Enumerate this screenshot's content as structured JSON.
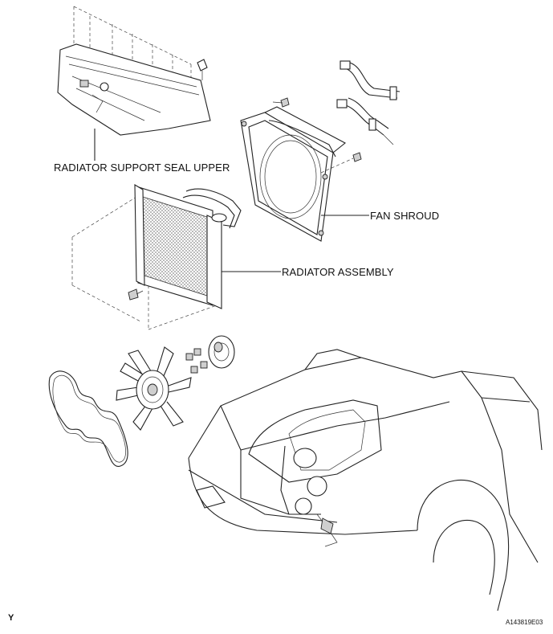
{
  "labels": {
    "radiator_support_seal_upper": "RADIATOR SUPPORT SEAL UPPER",
    "fan_shroud": "FAN SHROUD",
    "radiator_assembly": "RADIATOR ASSEMBLY"
  },
  "footer": {
    "left_mark": "Y",
    "figure_code": "A143819E03"
  }
}
